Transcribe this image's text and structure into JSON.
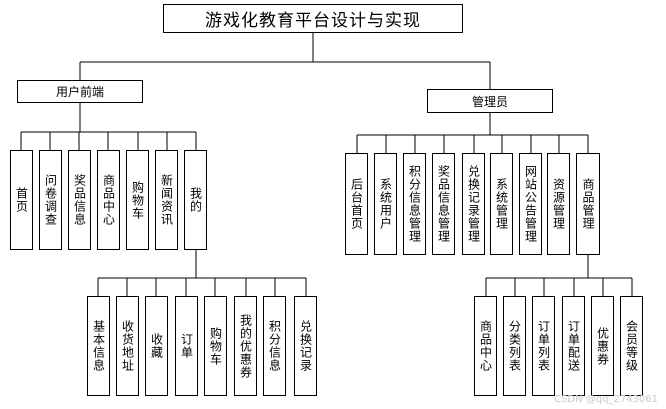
{
  "root": "游戏化教育平台设计与实现",
  "user_front": {
    "label": "用户前端",
    "items": [
      "首页",
      "问卷调查",
      "奖品信息",
      "商品中心",
      "购物车",
      "新闻资讯",
      "我的"
    ],
    "my_items": [
      "基本信息",
      "收货地址",
      "收藏",
      "订单",
      "购物车",
      "我的优惠券",
      "积分信息",
      "兑换记录"
    ]
  },
  "admin": {
    "label": "管理员",
    "items": [
      "后台首页",
      "系统用户",
      "积分信息管理",
      "奖品信息管理",
      "兑换记录管理",
      "系统管理",
      "网站公告管理",
      "资源管理",
      "商品管理"
    ],
    "goods_items": [
      "商品中心",
      "分类列表",
      "订单列表",
      "订单配送",
      "优惠券",
      "会员等级"
    ]
  },
  "watermark": "CSDN @qq_2743061"
}
